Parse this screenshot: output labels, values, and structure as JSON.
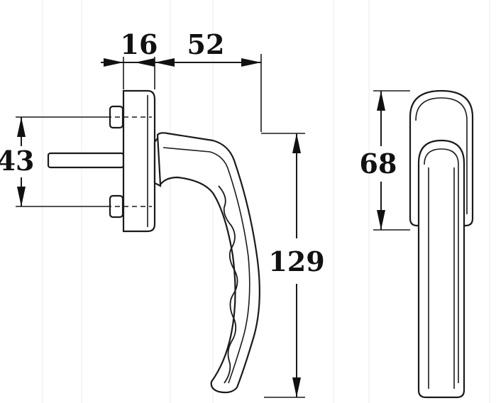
{
  "dimensions": {
    "rosette_depth": "16",
    "handle_reach": "52",
    "spindle_spacing": "43",
    "handle_length": "129",
    "rosette_height": "68"
  }
}
